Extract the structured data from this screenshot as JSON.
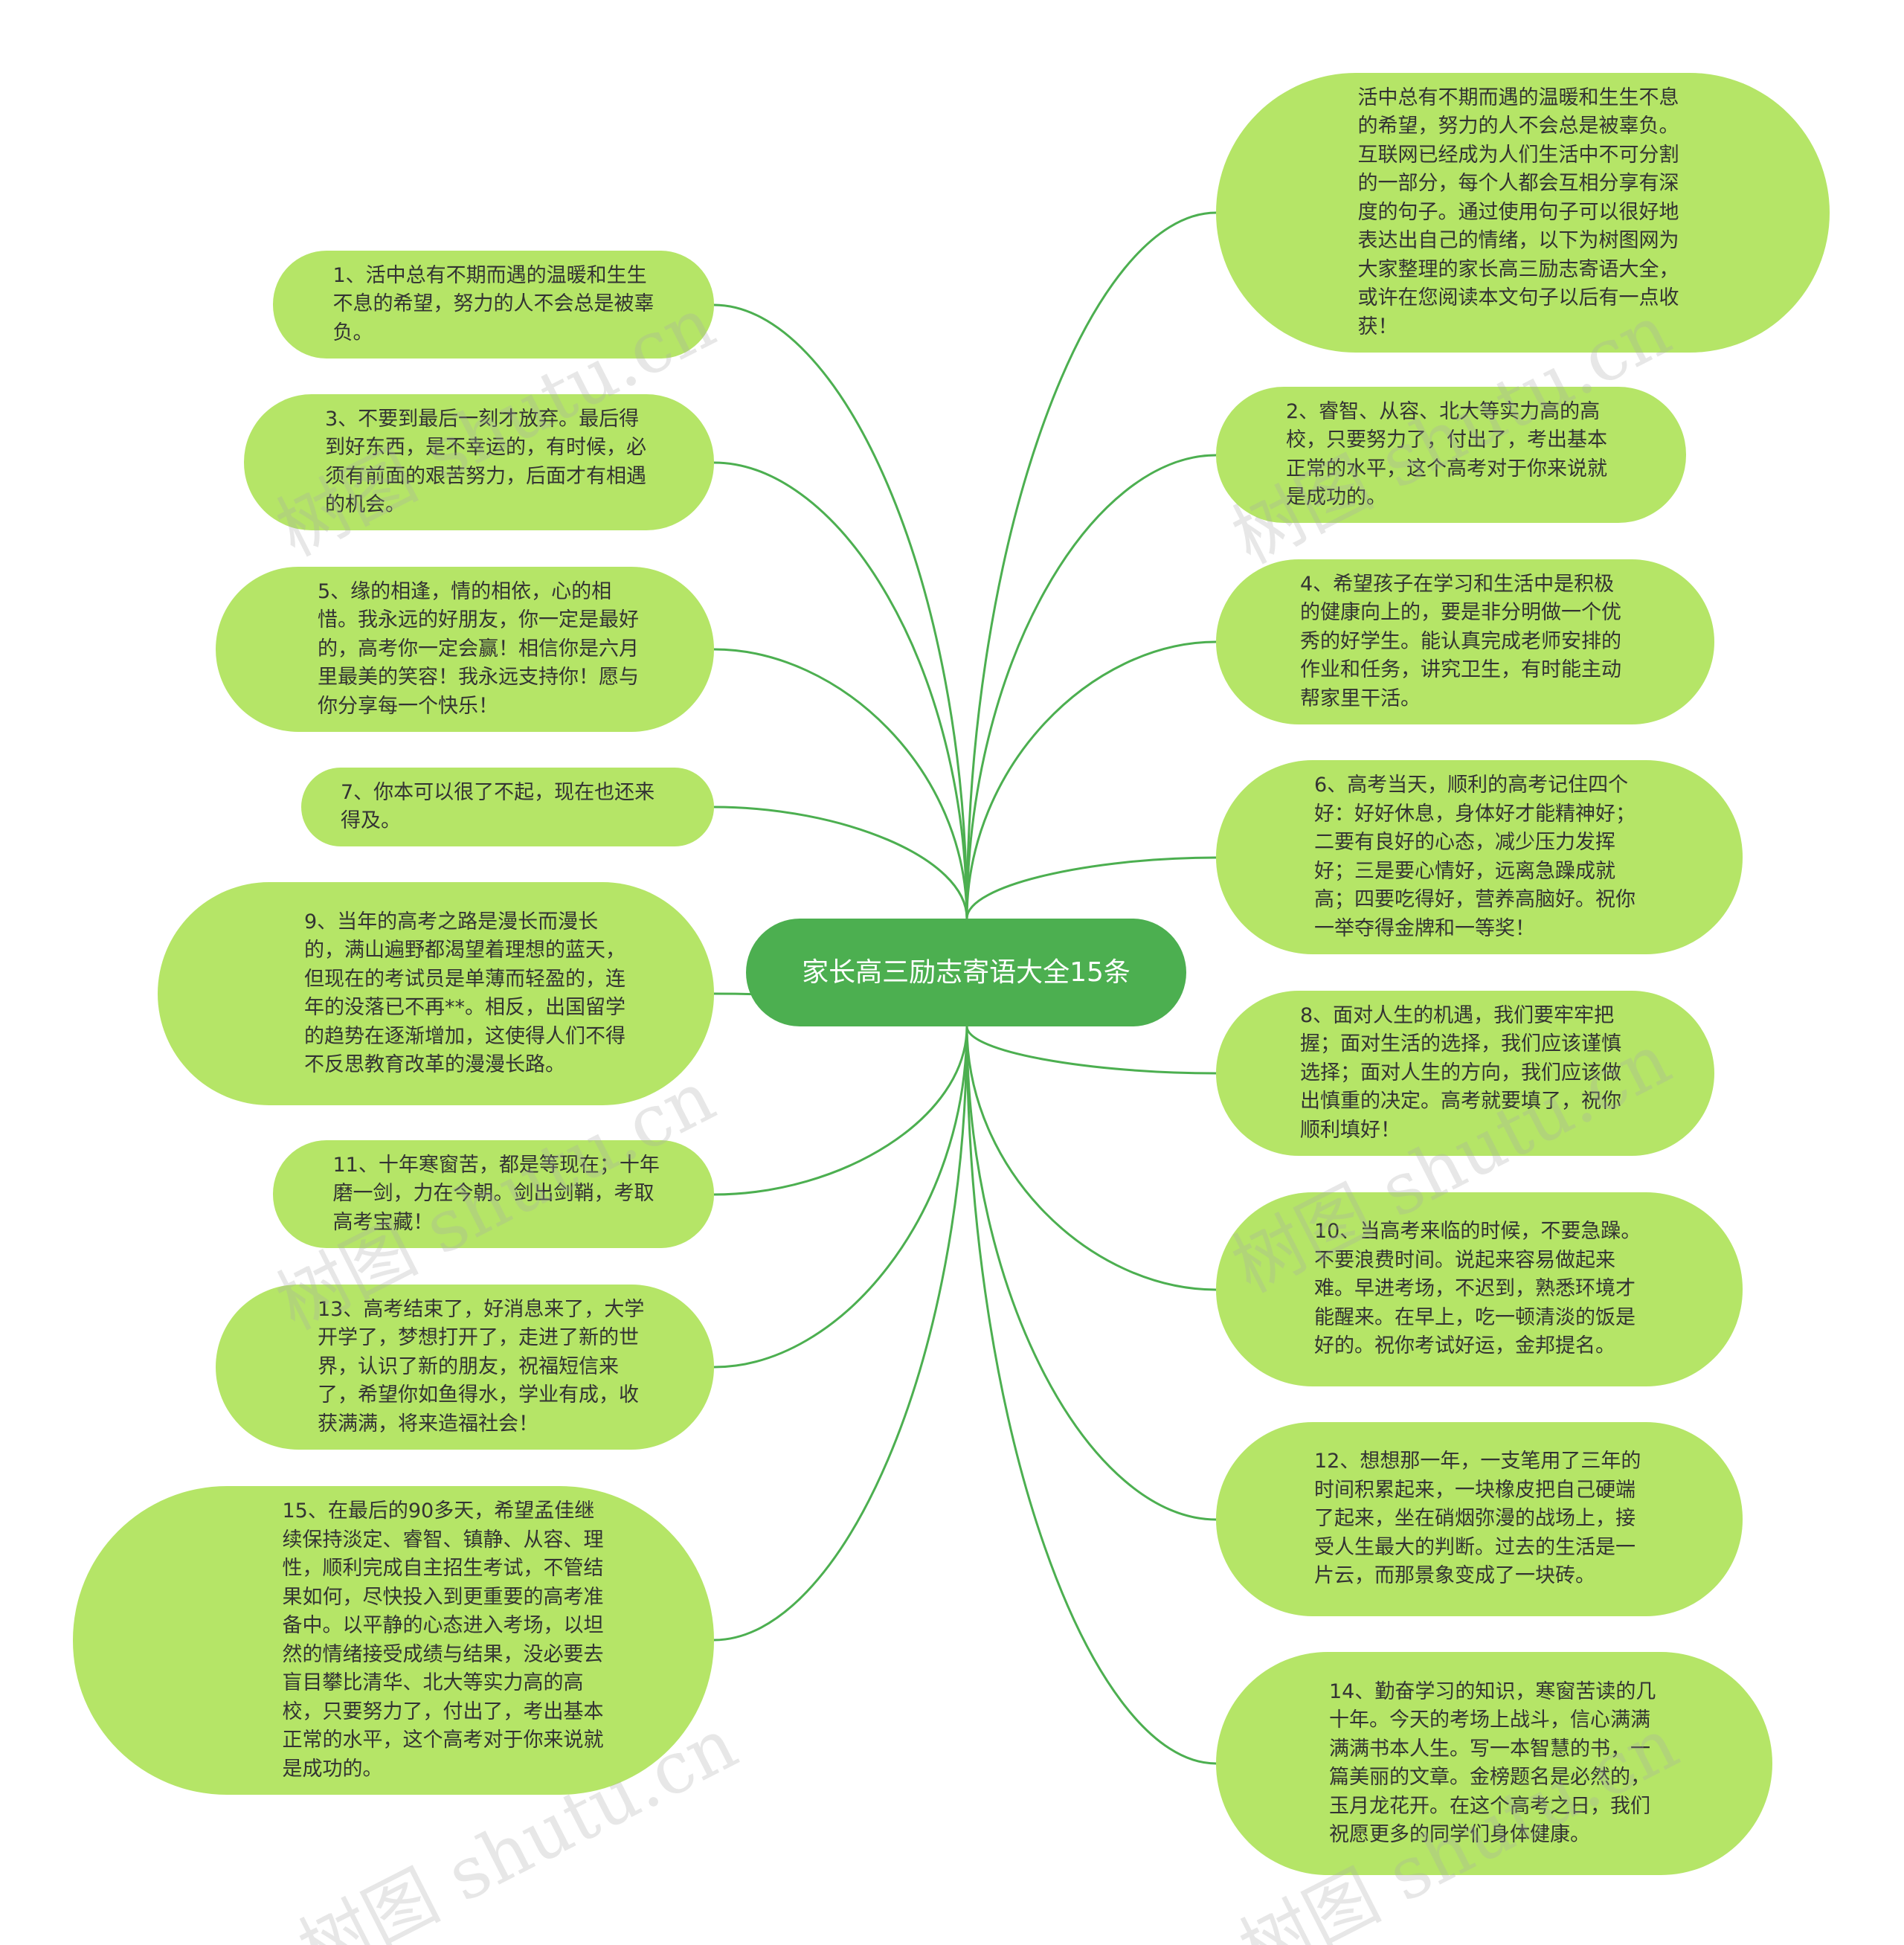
{
  "center": {
    "title": "家长高三励志寄语大全15条"
  },
  "left_nodes": [
    {
      "id": "1",
      "text": "1、活中总有不期而遇的温暖和生生不息的希望，努力的人不会总是被辜负。"
    },
    {
      "id": "3",
      "text": "3、不要到最后一刻才放弃。最后得到好东西，是不幸运的，有时候，必须有前面的艰苦努力，后面才有相遇的机会。"
    },
    {
      "id": "5",
      "text": "5、缘的相逢，情的相依，心的相惜。我永远的好朋友，你一定是最好的，高考你一定会赢！相信你是六月里最美的笑容！我永远支持你！愿与你分享每一个快乐！"
    },
    {
      "id": "7",
      "text": "7、你本可以很了不起，现在也还来得及。"
    },
    {
      "id": "9",
      "text": "9、当年的高考之路是漫长而漫长的，满山遍野都渴望着理想的蓝天，但现在的考试员是单薄而轻盈的，连年的没落已不再**。相反，出国留学的趋势在逐渐增加，这使得人们不得不反思教育改革的漫漫长路。"
    },
    {
      "id": "11",
      "text": "11、十年寒窗苦，都是等现在；十年磨一剑，力在今朝。剑出剑鞘，考取高考宝藏！"
    },
    {
      "id": "13",
      "text": "13、高考结束了，好消息来了，大学开学了，梦想打开了，走进了新的世界，认识了新的朋友，祝福短信来了，希望你如鱼得水，学业有成，收获满满，将来造福社会！"
    },
    {
      "id": "15",
      "text": "15、在最后的90多天，希望孟佳继续保持淡定、睿智、镇静、从容、理性，顺利完成自主招生考试，不管结果如何，尽快投入到更重要的高考准备中。以平静的心态进入考场，以坦然的情绪接受成绩与结果，没必要去盲目攀比清华、北大等实力高的高校，只要努力了，付出了，考出基本正常的水平，这个高考对于你来说就是成功的。"
    }
  ],
  "right_nodes": [
    {
      "id": "intro",
      "text": "活中总有不期而遇的温暖和生生不息的希望，努力的人不会总是被辜负。互联网已经成为人们生活中不可分割的一部分，每个人都会互相分享有深度的句子。通过使用句子可以很好地表达出自己的情绪，以下为树图网为大家整理的家长高三励志寄语大全，或许在您阅读本文句子以后有一点收获！"
    },
    {
      "id": "2",
      "text": "2、睿智、从容、北大等实力高的高校，只要努力了，付出了，考出基本正常的水平，这个高考对于你来说就是成功的。"
    },
    {
      "id": "4",
      "text": "4、希望孩子在学习和生活中是积极的健康向上的，要是非分明做一个优秀的好学生。能认真完成老师安排的作业和任务，讲究卫生，有时能主动帮家里干活。"
    },
    {
      "id": "6",
      "text": "6、高考当天，顺利的高考记住四个好：好好休息，身体好才能精神好；二要有良好的心态，减少压力发挥好；三是要心情好，远离急躁成就高；四要吃得好，营养高脑好。祝你一举夺得金牌和一等奖！"
    },
    {
      "id": "8",
      "text": "8、面对人生的机遇，我们要牢牢把握；面对生活的选择，我们应该谨慎选择；面对人生的方向，我们应该做出慎重的决定。高考就要填了，祝你顺利填好！"
    },
    {
      "id": "10",
      "text": "10、当高考来临的时候，不要急躁。不要浪费时间。说起来容易做起来难。早进考场，不迟到，熟悉环境才能醒来。在早上，吃一顿清淡的饭是好的。祝你考试好运，金邦提名。"
    },
    {
      "id": "12",
      "text": "12、想想那一年，一支笔用了三年的时间积累起来，一块橡皮把自己硬端了起来，坐在硝烟弥漫的战场上，接受人生最大的判断。过去的生活是一片云，而那景象变成了一块砖。"
    },
    {
      "id": "14",
      "text": "14、勤奋学习的知识，寒窗苦读的几十年。今天的考场上战斗，信心满满满满书本人生。写一本智慧的书，一篇美丽的文章。金榜题名是必然的，玉月龙花开。在这个高考之日，我们祝愿更多的同学们身体健康。"
    }
  ],
  "watermark": {
    "text": "树图 shutu.cn"
  },
  "colors": {
    "center": "#4caf50",
    "node": "#b5e567",
    "edge": "#4caf50",
    "text": "#333333"
  }
}
